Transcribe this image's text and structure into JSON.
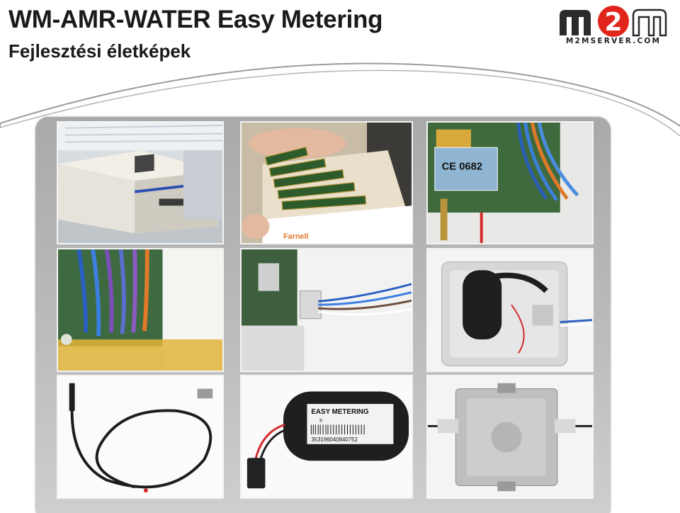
{
  "slide": {
    "title": "WM-AMR-WATER Easy Metering",
    "subtitle": "Fejlesztési életképek"
  },
  "logo": {
    "mark": "m2m",
    "caption": "M2MSERVER.COM",
    "accent_color": "#e1251b",
    "dark_color": "#2b2b2b"
  },
  "photos": [
    {
      "name": "reflow-oven-photo"
    },
    {
      "name": "pcb-boards-box-photo",
      "box_label": "Farnell"
    },
    {
      "name": "gsm-module-photo",
      "module_text": "CE 0682"
    },
    {
      "name": "cable-wiring-photo"
    },
    {
      "name": "cable-gland-photo"
    },
    {
      "name": "open-enclosure-photo"
    },
    {
      "name": "antenna-cable-photo"
    },
    {
      "name": "battery-pack-photo",
      "label_title": "EASY METERING",
      "label_number": "6",
      "label_serial": "353196040840752"
    },
    {
      "name": "enclosure-back-photo"
    }
  ]
}
